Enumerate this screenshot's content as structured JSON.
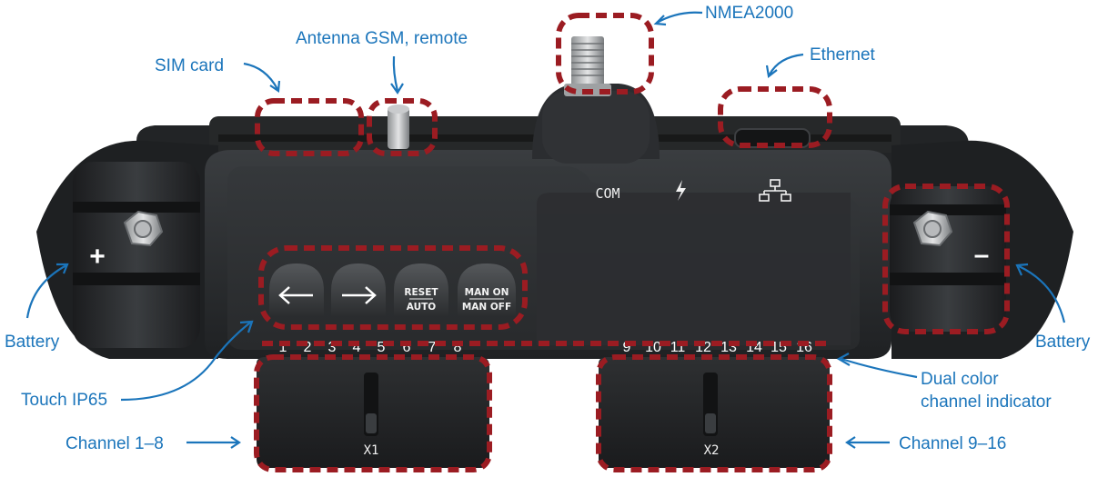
{
  "callouts": {
    "nmea": "NMEA2000",
    "antenna": "Antenna GSM, remote",
    "sim": "SIM card",
    "ethernet": "Ethernet",
    "battery_left": "Battery",
    "battery_right": "Battery",
    "touch": "Touch IP65",
    "dual_line1": "Dual color",
    "dual_line2": "channel indicator",
    "channel_left": "Channel 1–8",
    "channel_right": "Channel 9–16"
  },
  "device": {
    "com_label": "COM",
    "plus": "+",
    "minus": "–",
    "buttons": {
      "reset_top": "RESET",
      "reset_bottom": "AUTO",
      "man_top": "MAN ON",
      "man_bottom": "MAN OFF"
    },
    "channels_left": [
      "1",
      "2",
      "3",
      "4",
      "5",
      "6",
      "7",
      "8"
    ],
    "channels_right": [
      "9",
      "10",
      "11",
      "12",
      "13",
      "14",
      "15",
      "16"
    ],
    "connector_left": "X1",
    "connector_right": "X2"
  },
  "colors": {
    "callout_blue": "#1b75bb",
    "highlight_red": "#9b1c22",
    "device_body": "#2a2c2e"
  },
  "icons": [
    "bolt-icon",
    "network-icon",
    "arrow-left-icon",
    "arrow-right-icon"
  ]
}
